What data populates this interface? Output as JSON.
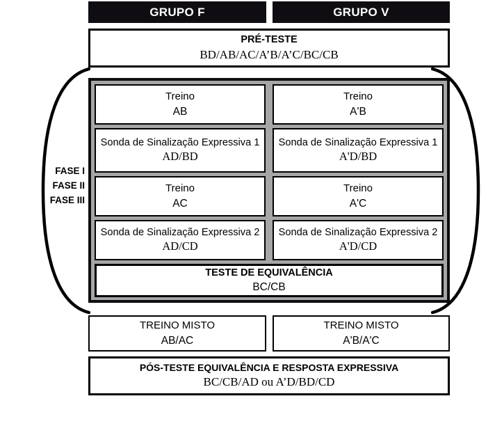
{
  "headers": {
    "group_f": "GRUPO F",
    "group_v": "GRUPO V"
  },
  "pre_test": {
    "title": "PRÉ-TESTE",
    "relations": "BD/AB/AC/A’B/A’C/BC/CB"
  },
  "phases": {
    "labels": [
      "FASE I",
      "FASE II",
      "FASE III"
    ],
    "label_text": "FASE I\nFASE II\nFASE III"
  },
  "grid": {
    "rows": [
      {
        "f": {
          "title": "Treino",
          "relations": "AB"
        },
        "v": {
          "title": "Treino",
          "relations": "A'B"
        }
      },
      {
        "f": {
          "title": "Sonda de Sinalização Expressiva 1",
          "relations": "AD/BD"
        },
        "v": {
          "title": "Sonda de Sinalização Expressiva 1",
          "relations": "A'D/BD"
        }
      },
      {
        "f": {
          "title": "Treino",
          "relations": "AC"
        },
        "v": {
          "title": "Treino",
          "relations": "A'C"
        }
      },
      {
        "f": {
          "title": "Sonda de Sinalização Expressiva 2",
          "relations": "AD/CD"
        },
        "v": {
          "title": "Sonda de Sinalização Expressiva 2",
          "relations": "A'D/CD"
        }
      }
    ]
  },
  "equivalence_test": {
    "title": "TESTE DE EQUIVALÊNCIA",
    "relations": "BC/CB"
  },
  "mixed_training": {
    "f": {
      "title": "TREINO MISTO",
      "relations": "AB/AC"
    },
    "v": {
      "title": "TREINO MISTO",
      "relations": "A'B/A'C"
    }
  },
  "post_test": {
    "title": "PÓS-TESTE EQUIVALÊNCIA E RESPOSTA EXPRESSIVA",
    "relations": "BC/CB/AD ou A’D/BD/CD"
  },
  "colors": {
    "header_bar": "#100d12",
    "container_fill": "#a6a6a6",
    "box_border": "#000000",
    "background": "#ffffff"
  }
}
